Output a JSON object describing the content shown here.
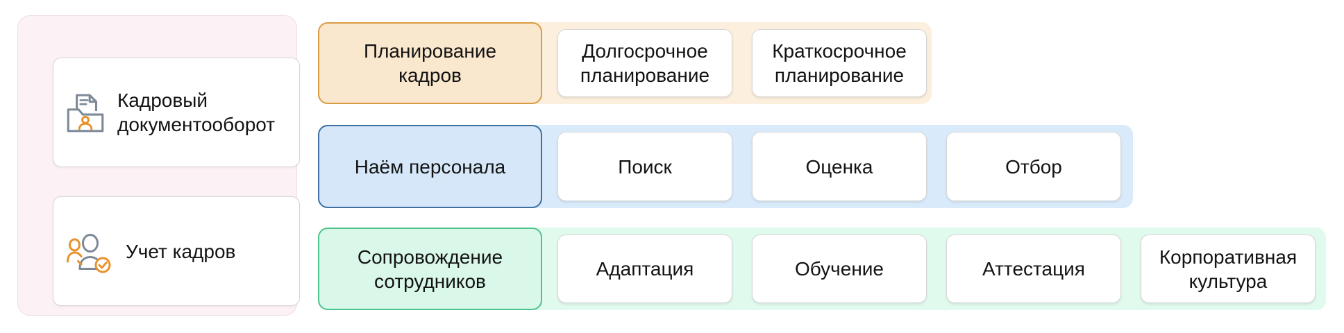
{
  "palette": {
    "panel-bg": "#FCF1F4",
    "panel-border": "#EFDEE4",
    "card-border": "#D6D6D6",
    "text": "#131313",
    "icon-gray": "#7E8998",
    "icon-orange": "#E8922B"
  },
  "sidebar": {
    "items": [
      {
        "label": "Кадровый документооборот",
        "icon": "folder-person-icon"
      },
      {
        "label": "Учет кадров",
        "icon": "people-check-icon"
      }
    ]
  },
  "rows": [
    {
      "header": "Планирование кадров",
      "items": [
        "Долгосрочное планирование",
        "Краткосрочное планирование"
      ],
      "accent": "#D99C45",
      "header_bg": "#FAE8CE",
      "strip_bg": "#FCEFDD"
    },
    {
      "header": "Наём персонала",
      "items": [
        "Поиск",
        "Оценка",
        "Отбор"
      ],
      "accent": "#3F6FA0",
      "header_bg": "#D5E7F8",
      "strip_bg": "#D9EBFB"
    },
    {
      "header": "Сопровождение сотрудников",
      "items": [
        "Адаптация",
        "Обучение",
        "Аттестация",
        "Корпоративная культура"
      ],
      "accent": "#4EC38C",
      "header_bg": "#D9F8E9",
      "strip_bg": "#E1FAEE"
    }
  ]
}
